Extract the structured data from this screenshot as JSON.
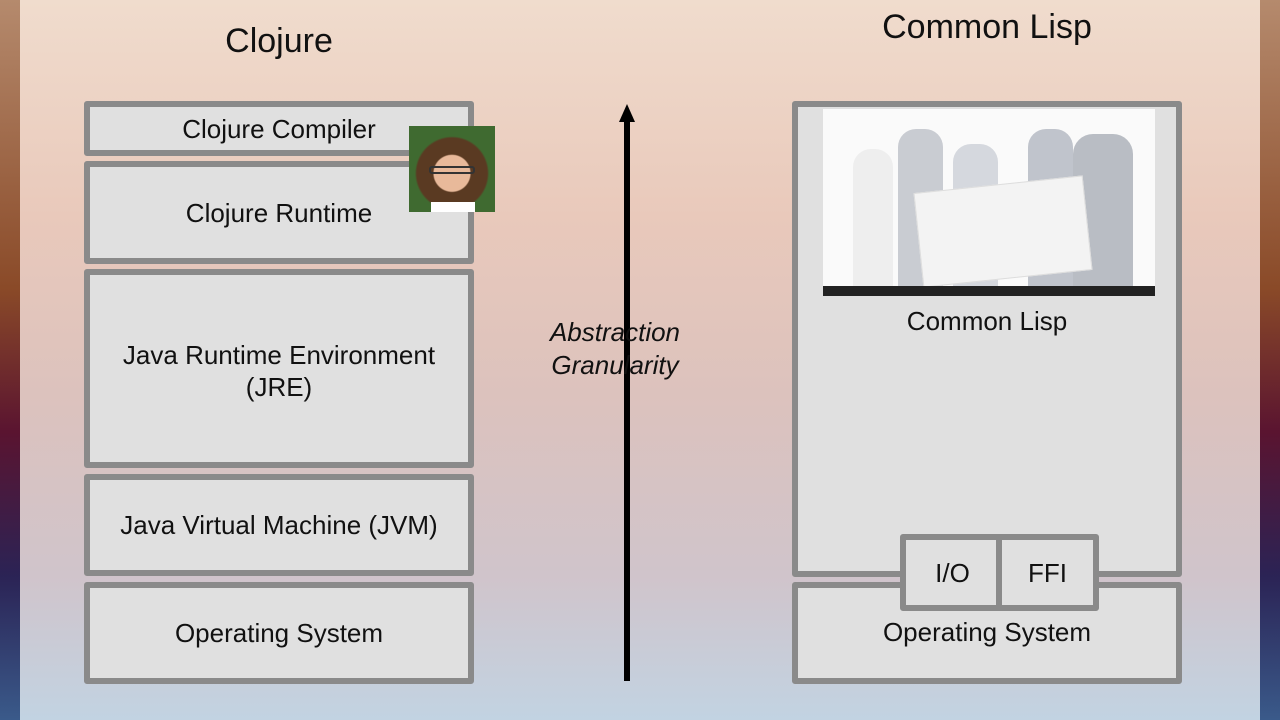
{
  "titles": {
    "left": "Clojure",
    "right": "Common Lisp"
  },
  "clojure_stack": [
    {
      "label": "Clojure Compiler"
    },
    {
      "label": "Clojure Runtime"
    },
    {
      "label": "Java Runtime Environment (JRE)"
    },
    {
      "label": "Java Virtual Machine (JVM)"
    },
    {
      "label": "Operating System"
    }
  ],
  "axis": {
    "line1": "Abstraction",
    "line2": "Granularity"
  },
  "common_lisp_stack": {
    "main": "Common Lisp",
    "io": "I/O",
    "ffi": "FFI",
    "os": "Operating System"
  },
  "colors": {
    "box_fill": "#e0e0e0",
    "box_border": "#8a8a8a"
  }
}
